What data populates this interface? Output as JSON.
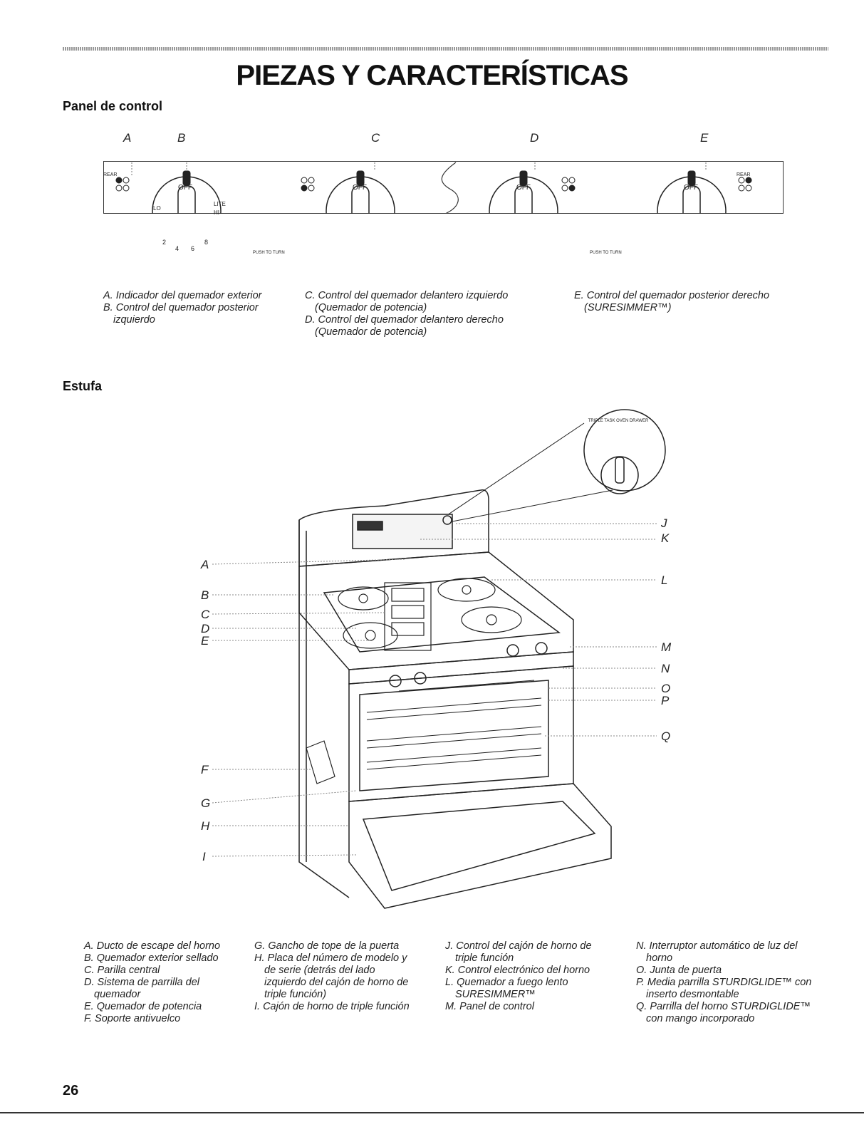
{
  "title": "PIEZAS Y CARACTERÍSTICAS",
  "panel_section": {
    "heading": "Panel de control",
    "letters": [
      "A",
      "B",
      "C",
      "D",
      "E"
    ],
    "knob_labels": {
      "off": "OFF",
      "lite": "LITE",
      "hi": "HI",
      "lo": "LO",
      "rear": "REAR",
      "push_to_turn": "PUSH TO TURN",
      "scale": [
        "2",
        "4",
        "6",
        "8"
      ]
    },
    "captions": {
      "col1": [
        "A. Indicador del quemador exterior",
        "B. Control del quemador posterior izquierdo"
      ],
      "col2": [
        "C. Control del quemador delantero izquierdo (Quemador de potencia)",
        "D. Control del quemador delantero derecho (Quemador de potencia)"
      ],
      "col3": [
        "E. Control del quemador posterior derecho (SURESIMMER™)"
      ]
    }
  },
  "stove_section": {
    "heading": "Estufa",
    "left_callouts": [
      "A",
      "B",
      "C",
      "D",
      "E",
      "F",
      "G",
      "H",
      "I"
    ],
    "right_callouts": [
      "J",
      "K",
      "L",
      "M",
      "N",
      "O",
      "P",
      "Q"
    ],
    "inset_label": "TRIPLE TASK OVEN DRAWER",
    "captions": {
      "col1": [
        "A. Ducto de escape del horno",
        "B. Quemador exterior sellado",
        "C. Parilla central",
        "D. Sistema de parrilla del quemador",
        "E. Quemador de potencia",
        "F. Soporte antivuelco"
      ],
      "col2": [
        "G. Gancho de tope de la puerta",
        "H. Placa del número de modelo y de serie (detrás del lado izquierdo del cajón de horno de triple función)",
        "I. Cajón de horno de triple función"
      ],
      "col3": [
        "J. Control del cajón de horno de triple función",
        "K. Control electrónico del horno",
        "L. Quemador a fuego lento SURESIMMER™",
        "M. Panel de control"
      ],
      "col4": [
        "N. Interruptor automático de luz del horno",
        "O. Junta de puerta",
        "P. Media parrilla STURDIGLIDE™ con inserto desmontable",
        "Q. Parrilla del horno STURDIGLIDE™ con mango incorporado"
      ]
    }
  },
  "page_number": "26"
}
